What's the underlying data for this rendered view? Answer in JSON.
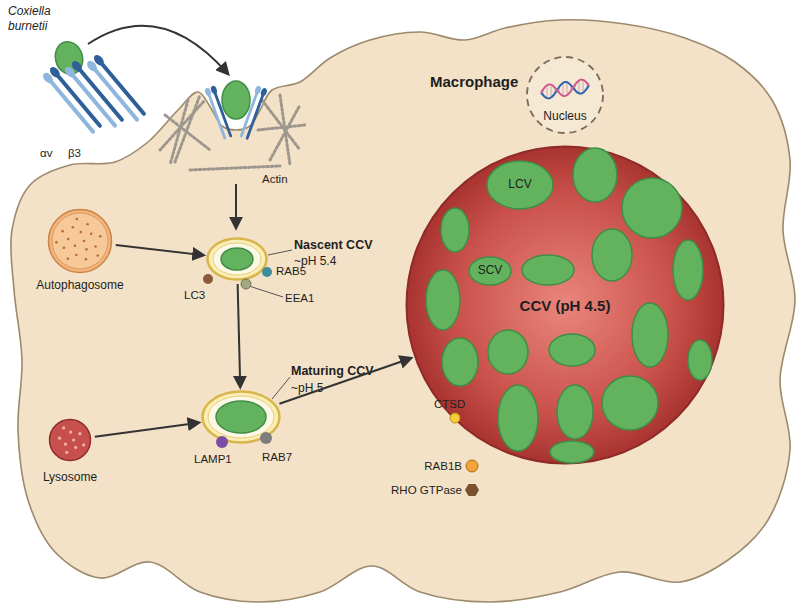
{
  "diagram": {
    "nodes": [
      {
        "text": [
          "Coxiella burnetii"
        ]
      },
      {
        "text": [
          "Macrophage"
        ]
      },
      {
        "text": [
          "Nucleus"
        ],
        "in": 1
      },
      {
        "text": [
          "Autophagosome"
        ],
        "in": 1
      },
      {
        "text": [
          "Nascent CCV",
          "~pH 5.4"
        ],
        "in": 1
      },
      {
        "text": [
          "Lysosome"
        ],
        "in": 1
      },
      {
        "text": [
          "Maturing CCV",
          "~pH 5"
        ],
        "in": 1
      },
      {
        "text": [
          "CCV (pH 4.5)"
        ],
        "in": 1
      },
      {
        "text": [
          "LCV"
        ],
        "in": 7
      },
      {
        "text": [
          "SCV"
        ],
        "in": 7
      }
    ],
    "edges": [
      {
        "from": 3,
        "to": 4,
        "arrow": "to"
      },
      {
        "from": 4,
        "to": 6,
        "arrow": "to"
      },
      {
        "from": 5,
        "to": 6,
        "arrow": "to"
      },
      {
        "from": 6,
        "to": 7,
        "arrow": "to"
      }
    ],
    "labels": [
      "αv",
      "β3",
      "Actin",
      "LC3",
      "RAB5",
      "EEA1",
      "LAMP1",
      "RAB7",
      "CTSD",
      "RAB1B",
      "RHO GTPase"
    ]
  }
}
